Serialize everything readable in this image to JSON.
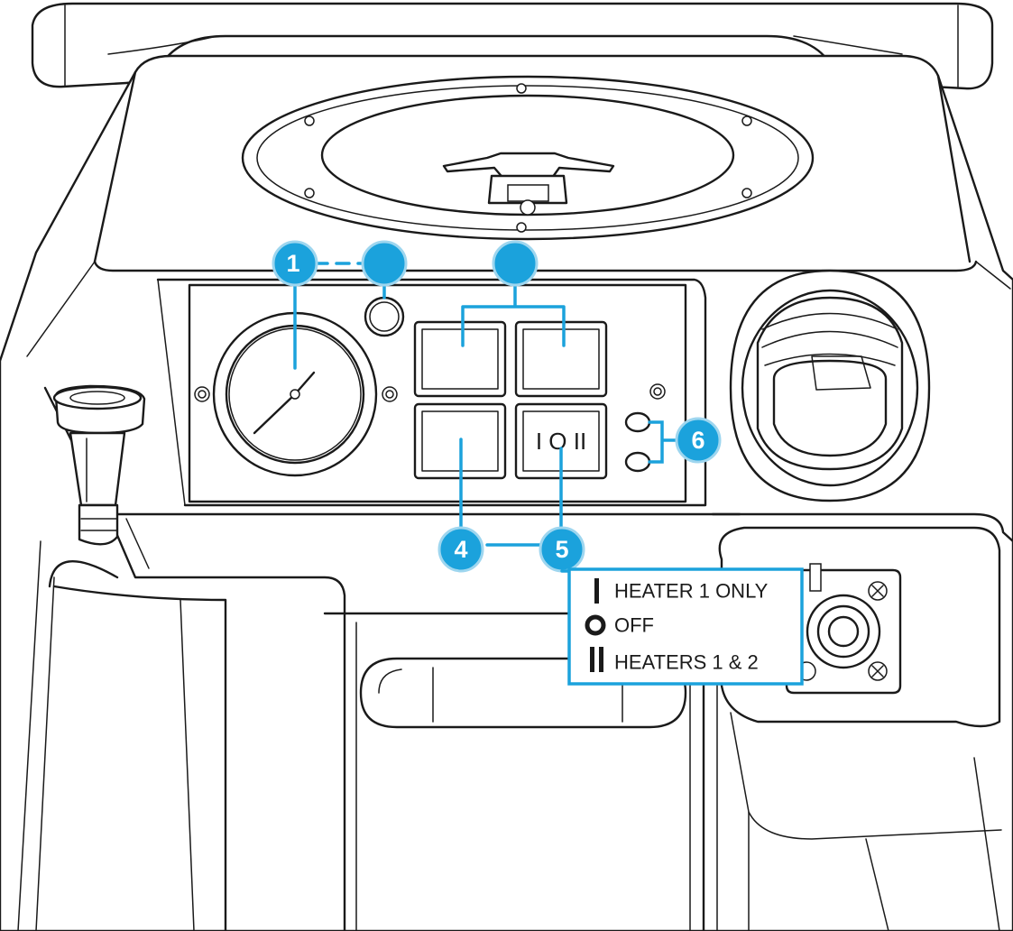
{
  "callouts": {
    "c1": "1",
    "c2": "",
    "c3": "",
    "c4": "4",
    "c5": "5",
    "c6": "6"
  },
  "switch_label": "I O II",
  "legend": {
    "items": [
      {
        "symbol": "I",
        "label": "HEATER 1 ONLY"
      },
      {
        "symbol": "O",
        "label": "OFF"
      },
      {
        "symbol": "II",
        "label": "HEATERS 1 & 2"
      }
    ]
  },
  "colors": {
    "callout_blue": "#1ba2dc",
    "callout_ring": "#9ed6ef",
    "line": "#1a1a1a"
  }
}
